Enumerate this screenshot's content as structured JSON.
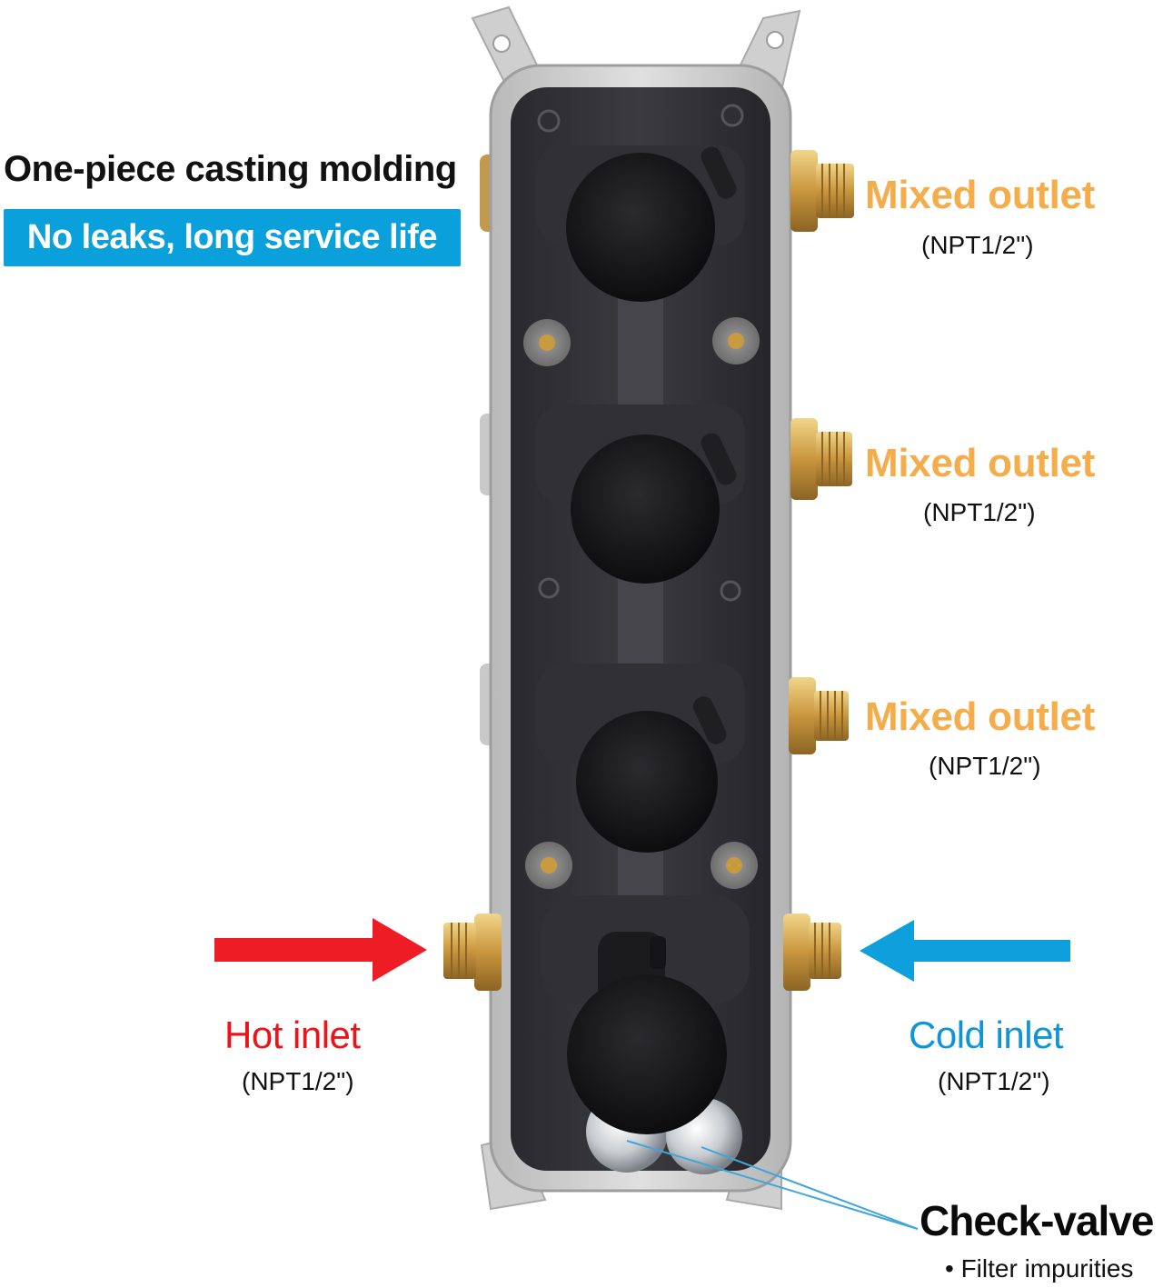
{
  "headline": "One-piece casting molding",
  "badge": {
    "text": "No leaks, long service life",
    "color": "#0aa0dc"
  },
  "outlets": [
    {
      "title": "Mixed outlet",
      "spec": "(NPT1/2\")"
    },
    {
      "title": "Mixed outlet",
      "spec": "(NPT1/2\")"
    },
    {
      "title": "Mixed outlet",
      "spec": "(NPT1/2\")"
    }
  ],
  "hot_inlet": {
    "title": "Hot inlet",
    "spec": "(NPT1/2\")",
    "arrow_color": "#ee1c24",
    "arrow_direction": "right"
  },
  "cold_inlet": {
    "title": "Cold inlet",
    "spec": "(NPT1/2\")",
    "arrow_color": "#0ea0dd",
    "arrow_direction": "left"
  },
  "check_valve": {
    "title": "Check-valve",
    "note": "• Filter impurities"
  },
  "colors": {
    "outlet_text": "#f5ad4c",
    "hot_text": "#e8161b",
    "cold_text": "#0d95d8",
    "body_casing": "#c9c9c9",
    "valve_black": "#1a1a1c",
    "brass": "#d4a84a"
  }
}
